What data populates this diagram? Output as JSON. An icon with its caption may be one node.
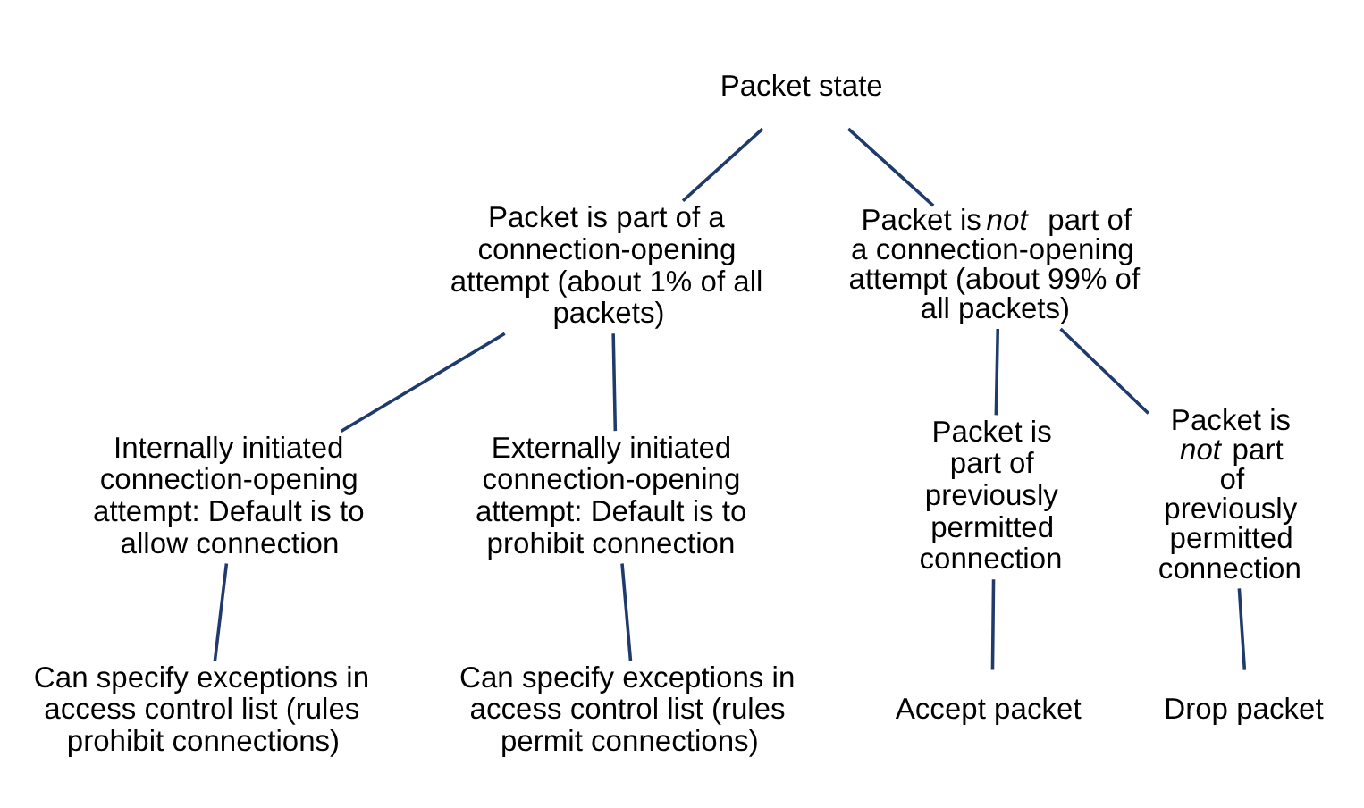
{
  "diagram": {
    "nodes": [
      {
        "text": [
          "Packet state"
        ]
      },
      {
        "text": [
          "Packet is part of a connection-opening attempt (about 1% of all packets)"
        ]
      },
      {
        "text": [
          "Packet is *not* part of a connection-opening attempt (about 99% of all packets)"
        ]
      },
      {
        "text": [
          "Internally initiated connection-opening attempt: Default is to allow connection"
        ]
      },
      {
        "text": [
          "Externally initiated connection-opening attempt: Default is to prohibit connection"
        ]
      },
      {
        "text": [
          "Packet is part of previously permitted connection"
        ]
      },
      {
        "text": [
          "Packet is *not* part of previously permitted connection"
        ]
      },
      {
        "text": [
          "Can specify exceptions in access control list (rules prohibit connections)"
        ]
      },
      {
        "text": [
          "Can specify exceptions in access control list (rules permit connections)"
        ]
      },
      {
        "text": [
          "Accept packet"
        ]
      },
      {
        "text": [
          "Drop packet"
        ]
      }
    ],
    "edges": [
      {
        "from": 0,
        "to": 1,
        "arrow": "none"
      },
      {
        "from": 0,
        "to": 2,
        "arrow": "none"
      },
      {
        "from": 1,
        "to": 3,
        "arrow": "none"
      },
      {
        "from": 1,
        "to": 4,
        "arrow": "none"
      },
      {
        "from": 2,
        "to": 5,
        "arrow": "none"
      },
      {
        "from": 2,
        "to": 6,
        "arrow": "none"
      },
      {
        "from": 3,
        "to": 7,
        "arrow": "none"
      },
      {
        "from": 4,
        "to": 8,
        "arrow": "none"
      },
      {
        "from": 5,
        "to": 9,
        "arrow": "none"
      },
      {
        "from": 6,
        "to": 10,
        "arrow": "none"
      }
    ]
  }
}
